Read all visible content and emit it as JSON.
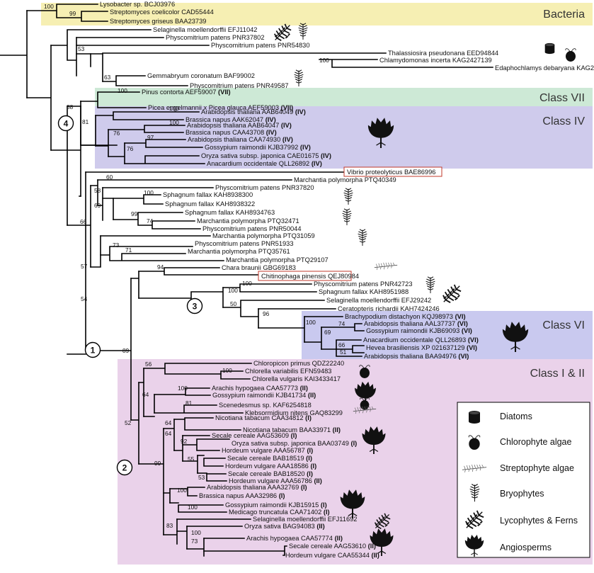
{
  "colors": {
    "bacteria": "#f6efb3",
    "class_vii": "#cde9d6",
    "class_iv": "#cfcbec",
    "class_vi": "#c9c9ef",
    "class_i_ii": "#ead2ea",
    "branch": "#000000"
  },
  "bands": {
    "bacteria": "Bacteria",
    "class_vii": "Class VII",
    "class_iv": "Class IV",
    "class_vi": "Class VI",
    "class_i_ii": "Class I & II"
  },
  "node_labels": [
    "1",
    "2",
    "3",
    "4"
  ],
  "taxa": [
    {
      "id": "t1",
      "name": "Lysobacter sp. BCJ03976",
      "cls": ""
    },
    {
      "id": "t2",
      "name": "Streptomyces coelicolor CAD55444",
      "cls": ""
    },
    {
      "id": "t3",
      "name": "Streptomyces griseus BAA23739",
      "cls": ""
    },
    {
      "id": "t4",
      "name": "Selaginella moellendorffii EFJ11042",
      "cls": ""
    },
    {
      "id": "t5",
      "name": "Physcomitrium patens PNR37802",
      "cls": ""
    },
    {
      "id": "t6",
      "name": "Physcomitrium patens PNR54830",
      "cls": ""
    },
    {
      "id": "t7",
      "name": "Thalassiosira pseudonana EED94844",
      "cls": ""
    },
    {
      "id": "t8",
      "name": "Chlamydomonas incerta KAG2427139",
      "cls": ""
    },
    {
      "id": "t9",
      "name": "Edaphochlamys debaryana KAG2491309",
      "cls": ""
    },
    {
      "id": "t10",
      "name": "Gemmabryum coronatum BAF99002",
      "cls": ""
    },
    {
      "id": "t11",
      "name": "Physcomitrium patens PNR49587",
      "cls": ""
    },
    {
      "id": "t12",
      "name": "Pinus contorta AEF59007",
      "cls": "(VII)"
    },
    {
      "id": "t13",
      "name": "Picea engelmannii x Picea glauca AEF59003",
      "cls": "(VII)"
    },
    {
      "id": "t14",
      "name": "Arabidopsis thaliana AAB64049",
      "cls": "(IV)"
    },
    {
      "id": "t15",
      "name": "Brassica napus AAK62047",
      "cls": "(IV)"
    },
    {
      "id": "t16",
      "name": "Arabidopsis thaliana AAB64047",
      "cls": "(IV)"
    },
    {
      "id": "t17",
      "name": "Brassica napus CAA43708",
      "cls": "(IV)"
    },
    {
      "id": "t18",
      "name": "Arabidopsis thaliana CAA74930",
      "cls": "(IV)"
    },
    {
      "id": "t19",
      "name": "Gossypium raimondii KJB37992",
      "cls": "(IV)"
    },
    {
      "id": "t20",
      "name": "Oryza sativa subsp. japonica CAE01675",
      "cls": "(IV)"
    },
    {
      "id": "t21",
      "name": "Anacardium occidentale QLL26892",
      "cls": "(IV)"
    },
    {
      "id": "t22",
      "name": "Vibrio proteolyticus BAE86996",
      "cls": ""
    },
    {
      "id": "t23",
      "name": "Marchantia polymorpha PTQ40349",
      "cls": ""
    },
    {
      "id": "t24",
      "name": "Physcomitrium patens PNR37820",
      "cls": ""
    },
    {
      "id": "t25",
      "name": "Sphagnum fallax KAH8938300",
      "cls": ""
    },
    {
      "id": "t26",
      "name": "Sphagnum fallax KAH8938322",
      "cls": ""
    },
    {
      "id": "t27",
      "name": "Sphagnum fallax KAH8934763",
      "cls": ""
    },
    {
      "id": "t28",
      "name": "Marchantia polymorpha PTQ32471",
      "cls": ""
    },
    {
      "id": "t29",
      "name": "Physcomitrium patens PNR50044",
      "cls": ""
    },
    {
      "id": "t30",
      "name": "Marchantia polymorpha PTQ31059",
      "cls": ""
    },
    {
      "id": "t31",
      "name": "Physcomitrium patens PNR51933",
      "cls": ""
    },
    {
      "id": "t32",
      "name": "Marchantia polymorpha PTQ35761",
      "cls": ""
    },
    {
      "id": "t33",
      "name": "Marchantia polymorpha PTQ29107",
      "cls": ""
    },
    {
      "id": "t34",
      "name": "Chara braunii GBG69183",
      "cls": ""
    },
    {
      "id": "t35",
      "name": "Chitinophaga pinensis QEJ80984",
      "cls": ""
    },
    {
      "id": "t36",
      "name": "Physcomitrium patens PNR42723",
      "cls": ""
    },
    {
      "id": "t37",
      "name": "Sphagnum fallax KAH8951988",
      "cls": ""
    },
    {
      "id": "t38",
      "name": "Selaginella moellendorffii EFJ29242",
      "cls": ""
    },
    {
      "id": "t39",
      "name": "Ceratopteris richardii KAH7424246",
      "cls": ""
    },
    {
      "id": "t40",
      "name": "Brachypodium distachyon KQJ98973",
      "cls": "(VI)"
    },
    {
      "id": "t41",
      "name": "Arabidopsis thaliana AAL37737",
      "cls": "(VI)"
    },
    {
      "id": "t42",
      "name": "Gossypium raimondii KJB69093",
      "cls": "(VI)"
    },
    {
      "id": "t43",
      "name": "Anacardium occidentale QLL26893",
      "cls": "(VI)"
    },
    {
      "id": "t44",
      "name": "Hevea brasiliensis XP 021637129",
      "cls": "(VI)"
    },
    {
      "id": "t45",
      "name": "Arabidopsis thaliana BAA94976",
      "cls": "(VI)"
    },
    {
      "id": "t46",
      "name": "Chloropicon primus QDZ22240",
      "cls": ""
    },
    {
      "id": "t47",
      "name": "Chlorella variabilis EFN59483",
      "cls": ""
    },
    {
      "id": "t48",
      "name": "Chlorella vulgaris KAI3433417",
      "cls": ""
    },
    {
      "id": "t49",
      "name": "Arachis hypogaea CAA57773",
      "cls": "(II)"
    },
    {
      "id": "t50",
      "name": "Gossypium raimondii KJB41734",
      "cls": "(II)"
    },
    {
      "id": "t51",
      "name": "Scenedesmus sp. KAF6254818",
      "cls": ""
    },
    {
      "id": "t52",
      "name": "Klebsormidium nitens GAQ83299",
      "cls": ""
    },
    {
      "id": "t53",
      "name": "Nicotiana tabacum CAA34812",
      "cls": "(I)"
    },
    {
      "id": "t54",
      "name": "Nicotiana tabacum BAA33971",
      "cls": "(II)"
    },
    {
      "id": "t55",
      "name": "Secale cereale AAG53609",
      "cls": "(I)"
    },
    {
      "id": "t56",
      "name": "Oryza sativa subsp. japonica BAA03749",
      "cls": "(I)"
    },
    {
      "id": "t57",
      "name": "Hordeum vulgare AAA56787",
      "cls": "(I)"
    },
    {
      "id": "t58",
      "name": "Secale cereale BAB18519",
      "cls": "(I)"
    },
    {
      "id": "t59",
      "name": "Hordeum vulgare AAA18586",
      "cls": "(I)"
    },
    {
      "id": "t60",
      "name": "Secale cereale BAB18520",
      "cls": "(I)"
    },
    {
      "id": "t61",
      "name": "Hordeum vulgare AAA56786",
      "cls": "(II)"
    },
    {
      "id": "t62",
      "name": "Arabidopsis thaliana AAA32769",
      "cls": "(I)"
    },
    {
      "id": "t63",
      "name": "Brassica napus AAA32986",
      "cls": "(I)"
    },
    {
      "id": "t64",
      "name": "Gossypium raimondii KJB15915",
      "cls": "(I)"
    },
    {
      "id": "t65",
      "name": "Medicago truncatula CAA71402",
      "cls": "(I)"
    },
    {
      "id": "t66",
      "name": "Selaginella moellendorffii EFJ11692",
      "cls": ""
    },
    {
      "id": "t67",
      "name": "Oryza sativa BAG94083",
      "cls": "(II)"
    },
    {
      "id": "t68",
      "name": "Arachis hypogaea CAA57774",
      "cls": "(II)"
    },
    {
      "id": "t69",
      "name": "Secale cereale AAG53610",
      "cls": "(II)"
    },
    {
      "id": "t70",
      "name": "Hordeum vulgare CAA55344",
      "cls": "(II)"
    }
  ],
  "bootstrap": [
    {
      "id": "b1",
      "value": "100"
    },
    {
      "id": "b2",
      "value": "99"
    },
    {
      "id": "b3",
      "value": "53"
    },
    {
      "id": "b4",
      "value": "100"
    },
    {
      "id": "b5",
      "value": "63"
    },
    {
      "id": "b6",
      "value": "88"
    },
    {
      "id": "b7",
      "value": "100"
    },
    {
      "id": "b8",
      "value": "81"
    },
    {
      "id": "b9",
      "value": "100"
    },
    {
      "id": "b10",
      "value": "76"
    },
    {
      "id": "b11",
      "value": "100"
    },
    {
      "id": "b12",
      "value": "76"
    },
    {
      "id": "b13",
      "value": "97"
    },
    {
      "id": "b14",
      "value": "60"
    },
    {
      "id": "b15",
      "value": "58"
    },
    {
      "id": "b16",
      "value": "100"
    },
    {
      "id": "b17",
      "value": "69"
    },
    {
      "id": "b18",
      "value": "99"
    },
    {
      "id": "b19",
      "value": "74"
    },
    {
      "id": "b20",
      "value": "66"
    },
    {
      "id": "b21",
      "value": "73"
    },
    {
      "id": "b22",
      "value": "71"
    },
    {
      "id": "b23",
      "value": "57"
    },
    {
      "id": "b24",
      "value": "94"
    },
    {
      "id": "b25",
      "value": "100"
    },
    {
      "id": "b26",
      "value": "100"
    },
    {
      "id": "b27",
      "value": "50"
    },
    {
      "id": "b28",
      "value": "96"
    },
    {
      "id": "b29",
      "value": "54"
    },
    {
      "id": "b30",
      "value": "100"
    },
    {
      "id": "b31",
      "value": "74"
    },
    {
      "id": "b32",
      "value": "69"
    },
    {
      "id": "b33",
      "value": "66"
    },
    {
      "id": "b34",
      "value": "51"
    },
    {
      "id": "b35",
      "value": "89"
    },
    {
      "id": "b36",
      "value": "56"
    },
    {
      "id": "b37",
      "value": "100"
    },
    {
      "id": "b38",
      "value": "100"
    },
    {
      "id": "b39",
      "value": "64"
    },
    {
      "id": "b40",
      "value": "81"
    },
    {
      "id": "b41",
      "value": "52"
    },
    {
      "id": "b42",
      "value": "64"
    },
    {
      "id": "b43",
      "value": "64"
    },
    {
      "id": "b44",
      "value": "92"
    },
    {
      "id": "b45",
      "value": "55"
    },
    {
      "id": "b46",
      "value": "53"
    },
    {
      "id": "b47",
      "value": "99"
    },
    {
      "id": "b48",
      "value": "100"
    },
    {
      "id": "b49",
      "value": "100"
    },
    {
      "id": "b50",
      "value": "83"
    },
    {
      "id": "b51",
      "value": "73"
    },
    {
      "id": "b52",
      "value": "100"
    }
  ],
  "legend": [
    {
      "icon": "diatom-icon",
      "label": "Diatoms"
    },
    {
      "icon": "chlorophyte-icon",
      "label": "Chlorophyte algae"
    },
    {
      "icon": "streptophyte-icon",
      "label": "Streptophyte algae"
    },
    {
      "icon": "bryophyte-icon",
      "label": "Bryophytes"
    },
    {
      "icon": "lycophyte-fern-icon",
      "label": "Lycophytes & Ferns"
    },
    {
      "icon": "angiosperm-icon",
      "label": "Angiosperms"
    }
  ]
}
